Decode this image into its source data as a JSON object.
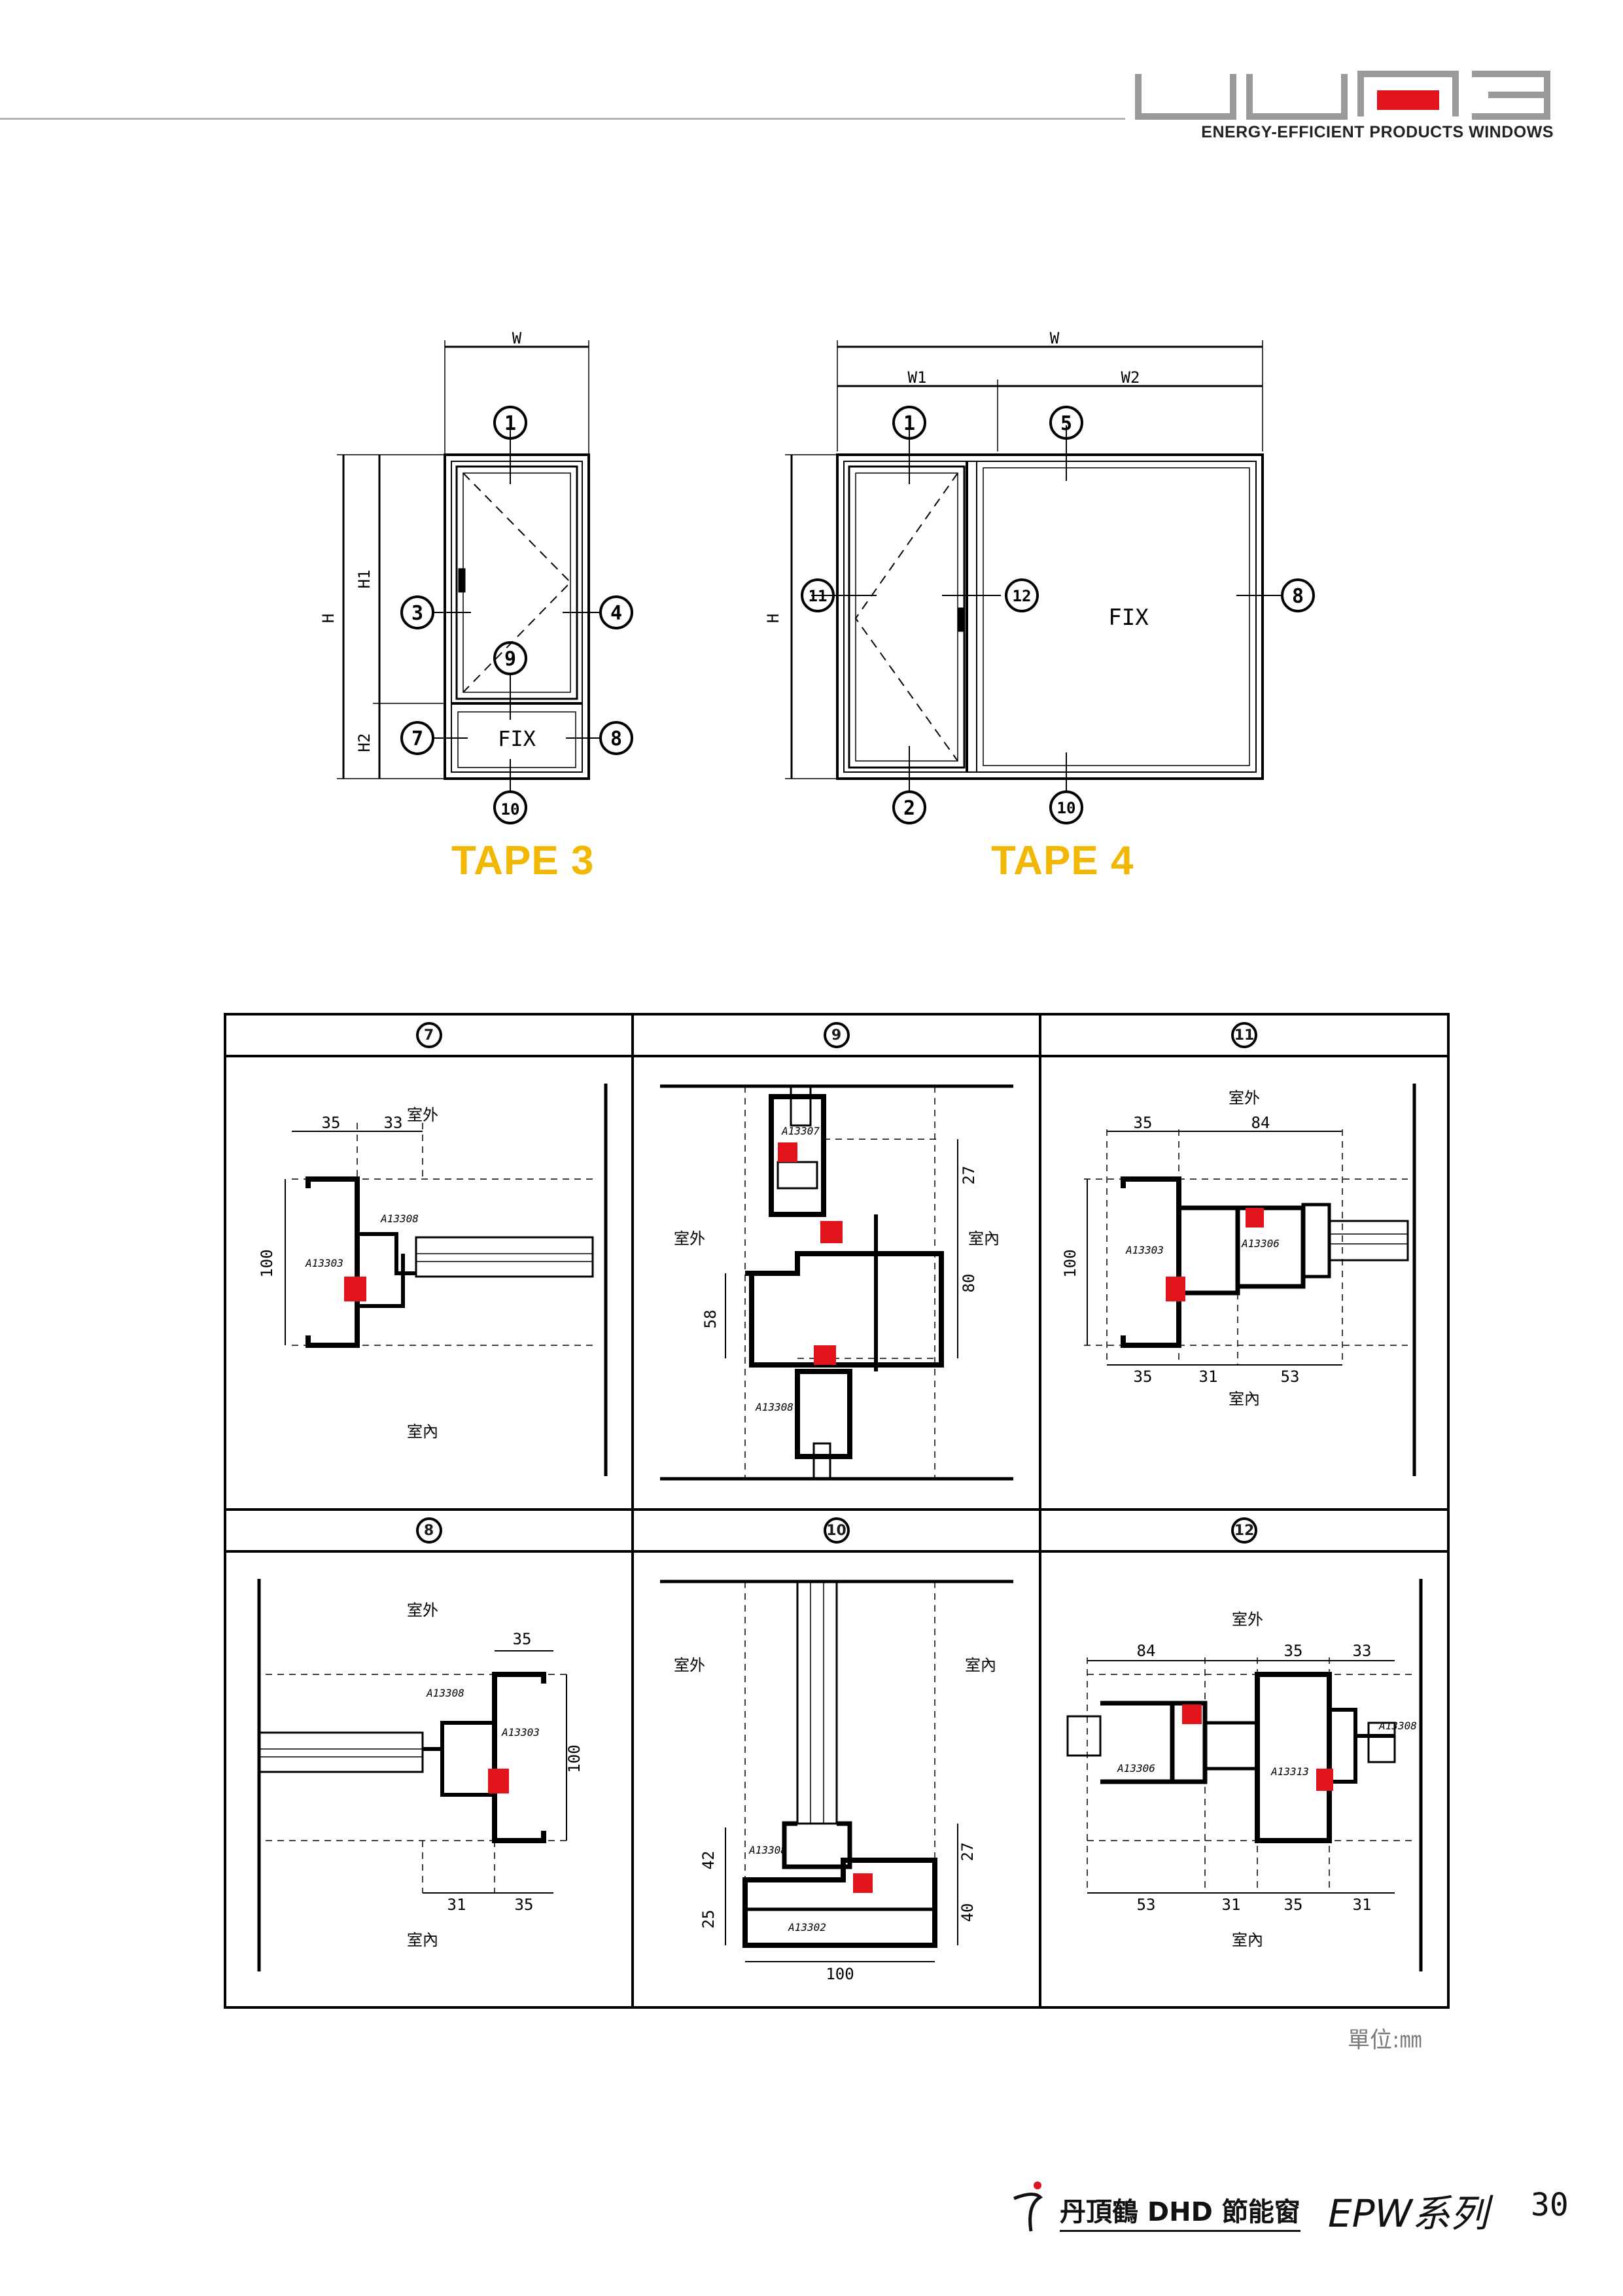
{
  "header": {
    "tagline": "ENERGY-EFFICIENT PRODUCTS WINDOWS",
    "logo_colors": {
      "gray": "#9a9a9a",
      "red": "#e1141c"
    }
  },
  "tape3": {
    "label": "TAPE 3",
    "dim_w": "W",
    "dim_h": "H",
    "dim_h1": "H1",
    "dim_h2": "H2",
    "fix": "FIX",
    "callouts": [
      "1",
      "3",
      "4",
      "9",
      "7",
      "8",
      "10"
    ]
  },
  "tape4": {
    "label": "TAPE 4",
    "dim_w": "W",
    "dim_w1": "W1",
    "dim_w2": "W2",
    "dim_h": "H",
    "fix": "FIX",
    "callouts": [
      "1",
      "5",
      "11",
      "12",
      "8",
      "2",
      "10"
    ]
  },
  "sections": [
    {
      "id": "7",
      "outdoor": "室外",
      "indoor": "室內",
      "dims_top": [
        "35",
        "33"
      ],
      "dim_side": "100",
      "parts": [
        "A13303",
        "A13308"
      ]
    },
    {
      "id": "9",
      "outdoor": "室外",
      "indoor": "室內",
      "dims": [
        "27",
        "80",
        "58"
      ],
      "parts": [
        "A13307",
        "A13308"
      ]
    },
    {
      "id": "11",
      "outdoor": "室外",
      "indoor": "室內",
      "dims_top": [
        "35",
        "84"
      ],
      "dims_bottom": [
        "35",
        "31",
        "53"
      ],
      "dim_side": "100",
      "parts": [
        "A13303",
        "A13306"
      ]
    },
    {
      "id": "8",
      "outdoor": "室外",
      "indoor": "室內",
      "dims_top": [
        "35"
      ],
      "dims_bottom": [
        "31",
        "35"
      ],
      "dim_side": "100",
      "parts": [
        "A13308",
        "A13303"
      ]
    },
    {
      "id": "10",
      "outdoor": "室外",
      "indoor": "室內",
      "dims": [
        "42",
        "25",
        "27",
        "40",
        "100"
      ],
      "parts": [
        "A13308",
        "A13302"
      ]
    },
    {
      "id": "12",
      "outdoor": "室外",
      "indoor": "室內",
      "dims_top": [
        "84",
        "35",
        "33"
      ],
      "dims_bottom": [
        "53",
        "31",
        "35",
        "31"
      ],
      "parts": [
        "A13306",
        "A13313",
        "A13308"
      ]
    }
  ],
  "unit_note": "單位:㎜",
  "footer": {
    "brand": "丹頂鶴 DHD 節能窗",
    "series": "EPW系列",
    "page_number": "30"
  },
  "colors": {
    "accent_yellow": "#f2b700",
    "gasket_red": "#e1141c"
  }
}
